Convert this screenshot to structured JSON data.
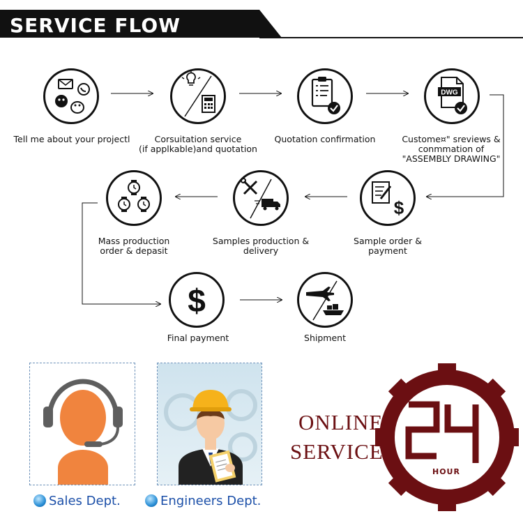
{
  "header": {
    "title": "SERVICE FLOW"
  },
  "steps": [
    {
      "id": "s1",
      "label_lines": [
        "Tell me about your projectl"
      ],
      "icon": "chat-apps-icon"
    },
    {
      "id": "s2",
      "label_lines": [
        "Corsuitation service",
        "(if applkable)and quotation"
      ],
      "icon": "idea-calculator-icon"
    },
    {
      "id": "s3",
      "label_lines": [
        "Quotation confirmation"
      ],
      "icon": "clipboard-check-icon"
    },
    {
      "id": "s4",
      "label_lines": [
        "Custome¤\"  sreviews &",
        "conmmation of",
        "\"ASSEMBLY DRAWING\""
      ],
      "icon": "dwg-file-check-icon",
      "icon_text": "DWG"
    },
    {
      "id": "s5",
      "label_lines": [
        "Sample order &",
        "payment"
      ],
      "icon": "order-dollar-icon"
    },
    {
      "id": "s6",
      "label_lines": [
        "Samples production &",
        "delivery"
      ],
      "icon": "tools-truck-icon"
    },
    {
      "id": "s7",
      "label_lines": [
        "Mass production",
        "order & depasit"
      ],
      "icon": "watches-icon"
    },
    {
      "id": "s8",
      "label_lines": [
        "Final payment"
      ],
      "icon": "dollar-icon"
    },
    {
      "id": "s9",
      "label_lines": [
        "Shipment"
      ],
      "icon": "plane-ship-icon"
    }
  ],
  "departments": [
    {
      "label": "Sales Dept.",
      "icon": "headset-person-icon"
    },
    {
      "label": "Engineers Dept.",
      "icon": "engineer-person-icon"
    }
  ],
  "online_service": {
    "line1": "ONLINE",
    "line2": "SERVICE",
    "number": "24",
    "unit": "HOUR",
    "color": "#6b0f12"
  }
}
